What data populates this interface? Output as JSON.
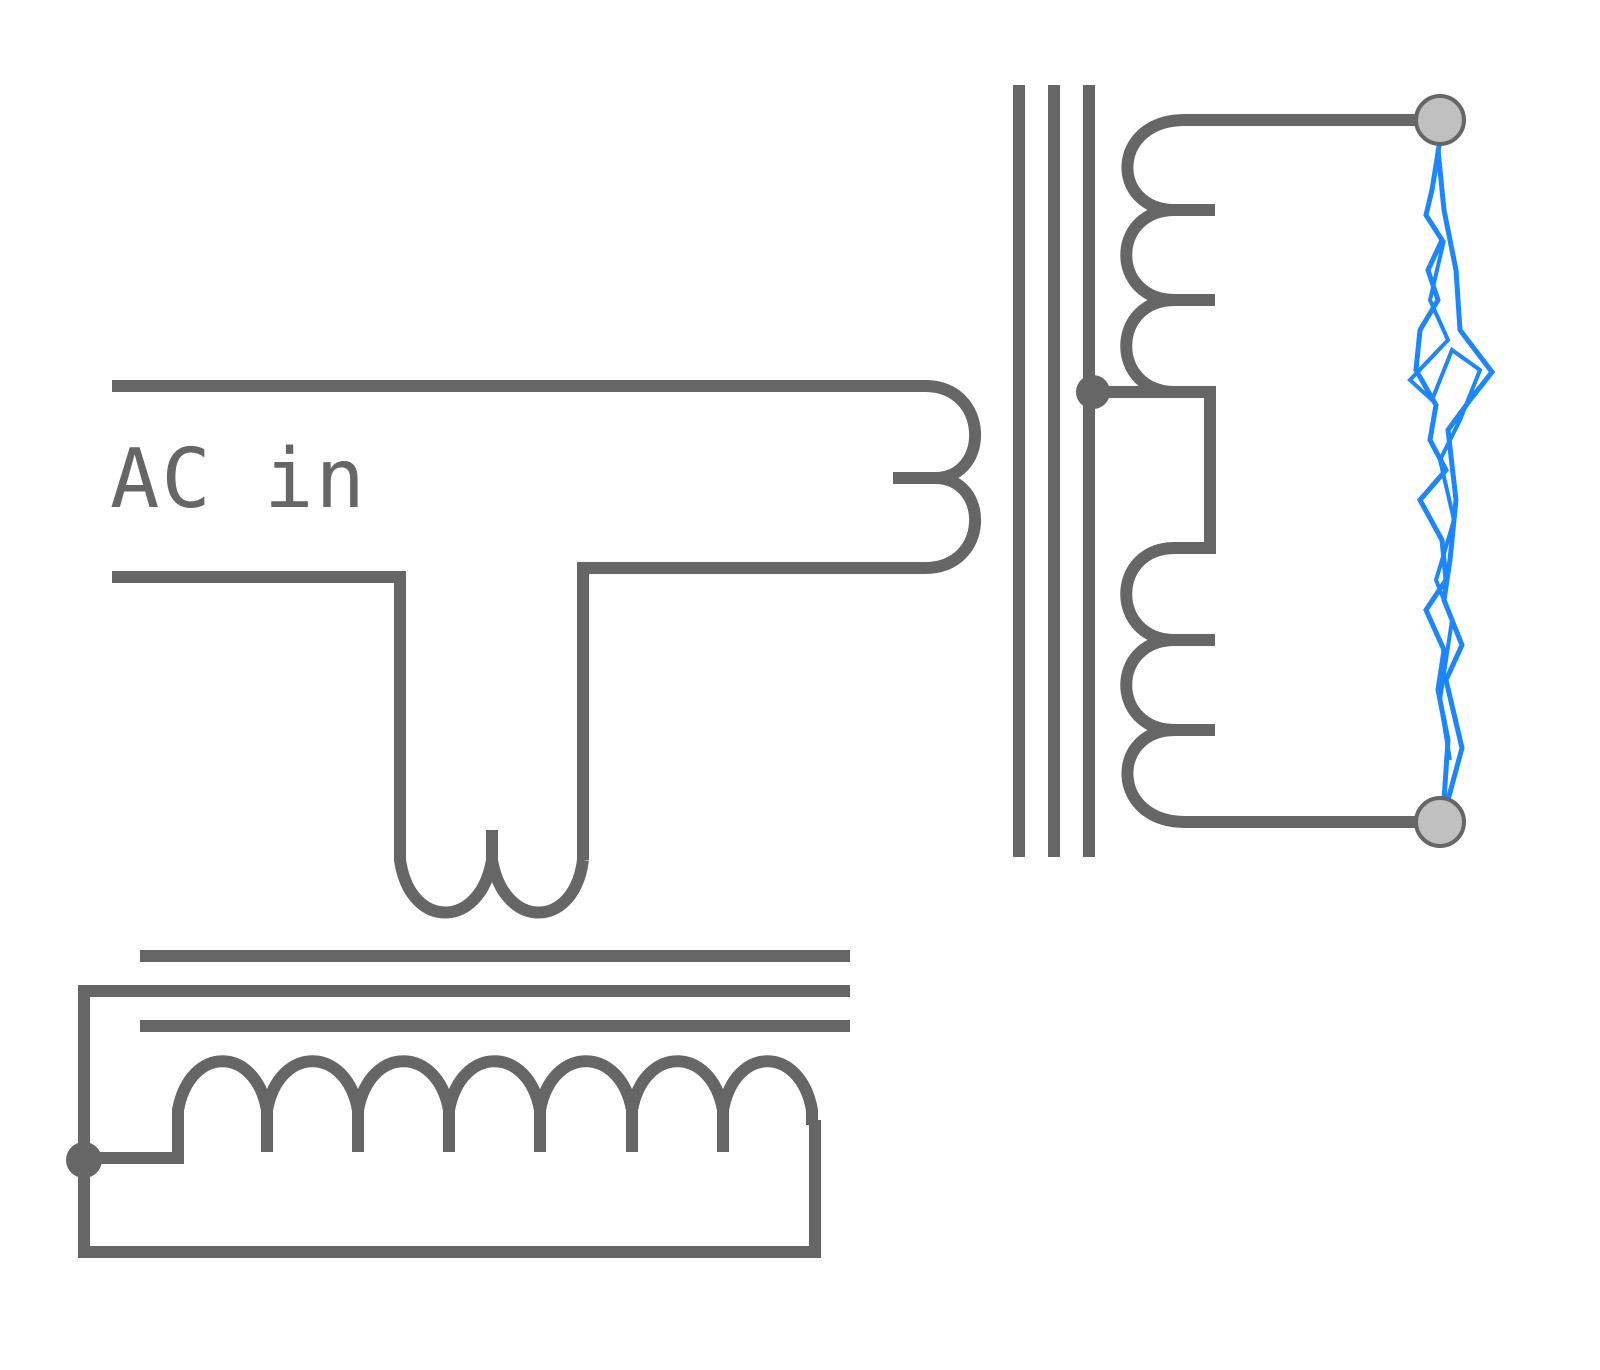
{
  "diagram": {
    "label": "AC in",
    "colors": {
      "wire": "#666666",
      "spark": "#1a86ff",
      "terminal": "#c0c0c0"
    },
    "components": [
      "primary-transformer",
      "bottom-transformer",
      "output-transformer",
      "spark-gap"
    ]
  }
}
